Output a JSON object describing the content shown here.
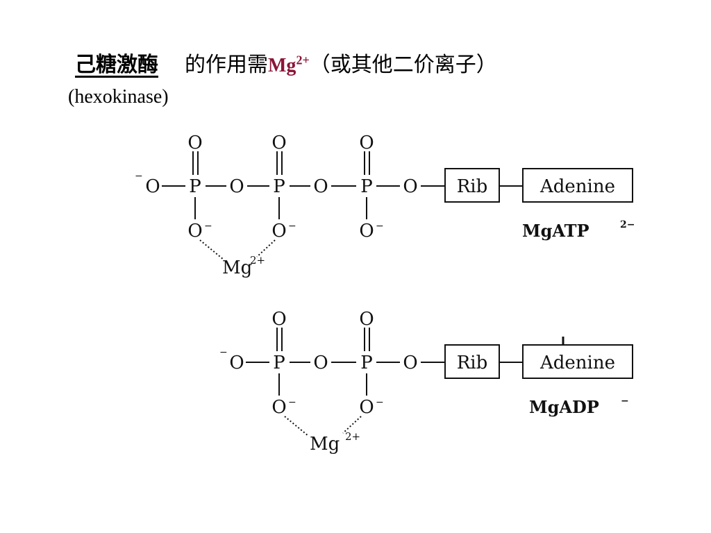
{
  "header": {
    "enzyme_zh": "己糖激酶",
    "requirement_zh": "的作用需",
    "ion": "Mg",
    "ion_charge": "2+",
    "note_zh": "（或其他二价离子）",
    "enzyme_en": "(hexokinase)"
  },
  "atp": {
    "oxygen": "O",
    "phosphorus": "P",
    "neg_charge": "−",
    "ribose": "Rib",
    "base": "Adenine",
    "metal": "Mg",
    "metal_charge": "2+",
    "label_name": "MgATP",
    "label_charge": "2−"
  },
  "adp": {
    "oxygen": "O",
    "phosphorus": "P",
    "neg_charge": "−",
    "ribose": "Rib",
    "base": "Adenine",
    "metal": "Mg",
    "metal_charge": "2+",
    "label_name": "MgADP",
    "label_charge": "−"
  }
}
